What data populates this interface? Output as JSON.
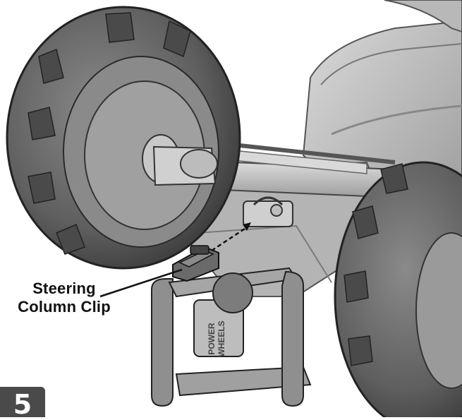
{
  "callout": {
    "line1": "Steering",
    "line2": "Column Clip"
  },
  "step": {
    "number": "5"
  },
  "bumper_logo": {
    "line1": "POWER",
    "line2": "WHEELS"
  },
  "colors": {
    "tire": "#6a6a6a",
    "tire_dark": "#3f3f3f",
    "body": "#c4c4c4",
    "body_dark": "#8e8e8e",
    "badge": "#4a4a4a",
    "outline": "#1e1e1e"
  }
}
